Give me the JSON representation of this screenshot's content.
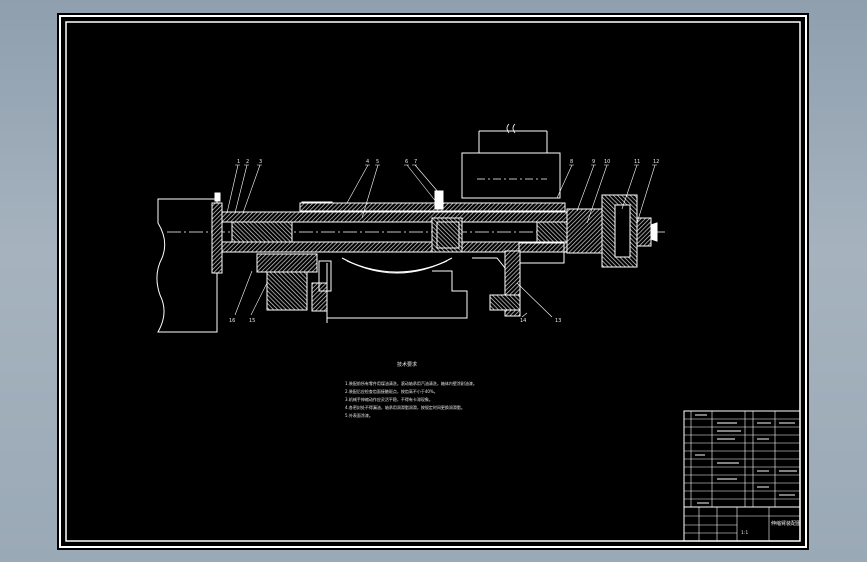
{
  "drawing": {
    "part_labels_top": [
      "1",
      "2",
      "3",
      "4",
      "5",
      "6",
      "7",
      "8",
      "9",
      "10",
      "11",
      "12"
    ],
    "part_labels_bottom": [
      "16",
      "15",
      "14",
      "13"
    ],
    "notes_title": "技术要求",
    "notes_lines": [
      "1.装配前所有零件用煤油清洗，滚动轴承用汽油清洗，箱体内壁涂耐油漆。",
      "2.装配后应检查齿面接触斑点，按齿高不小于40%。",
      "3.机械手伸缩动作应灵活平稳，不得有卡滞现象。",
      "4.各密封处不得漏油，轴承用润滑脂润滑，按规定时间更换润滑脂。",
      "5.外表面涂漆。"
    ]
  },
  "title_block": {
    "part_name": "伸缩臂装配图",
    "scale": "1:1"
  },
  "colors": {
    "sheet": "#000000",
    "line": "#ffffff",
    "outer_background": "#9aa9b6"
  }
}
